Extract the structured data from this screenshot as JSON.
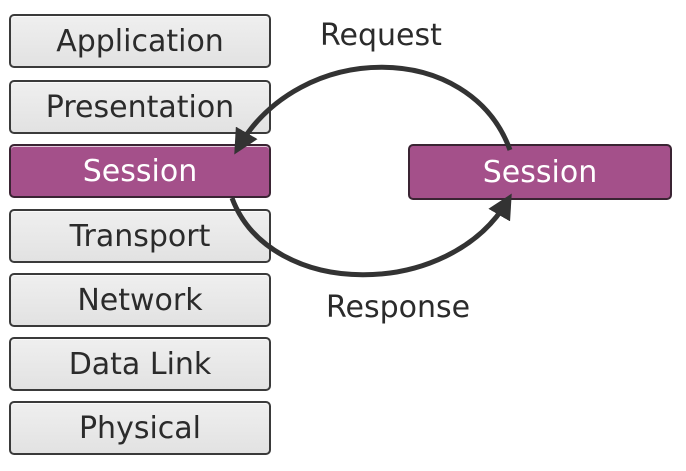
{
  "layers": [
    {
      "label": "Application"
    },
    {
      "label": "Presentation"
    },
    {
      "label": "Session"
    },
    {
      "label": "Transport"
    },
    {
      "label": "Network"
    },
    {
      "label": "Data Link"
    },
    {
      "label": "Physical"
    }
  ],
  "remote": {
    "label": "Session"
  },
  "arrows": {
    "request_label": "Request",
    "response_label": "Response"
  },
  "colors": {
    "highlight": "#a4508a",
    "layer_fill": "#e8e8e8",
    "stroke": "#333333"
  }
}
